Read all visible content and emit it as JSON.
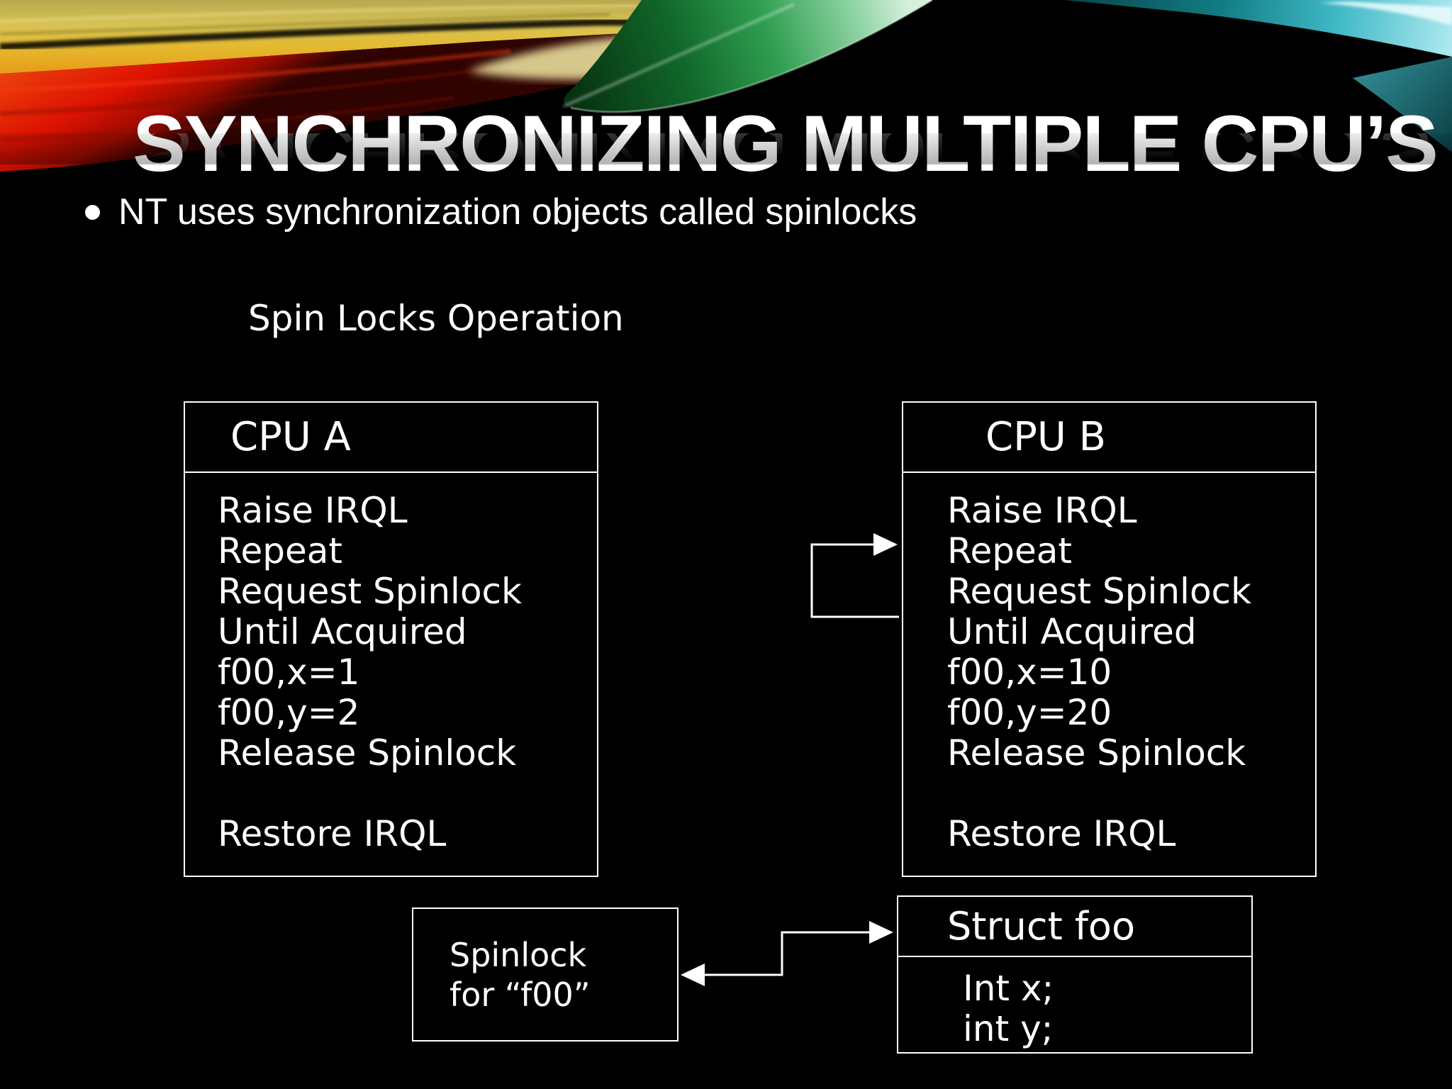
{
  "slide": {
    "title": "SYNCHRONIZING MULTIPLE CPU’S",
    "bullet": "NT uses synchronization objects called spinlocks",
    "diagram_caption": "Spin Locks Operation"
  },
  "cpu_a": {
    "title": "CPU A",
    "lines": [
      "Raise IRQL",
      "Repeat",
      "Request Spinlock",
      "Until Acquired",
      "f00,x=1",
      "f00,y=2",
      "Release Spinlock",
      "",
      "Restore IRQL"
    ]
  },
  "cpu_b": {
    "title": "CPU B",
    "lines": [
      "Raise IRQL",
      "Repeat",
      "Request Spinlock",
      "Until Acquired",
      "f00,x=10",
      "f00,y=20",
      "Release Spinlock",
      "",
      "Restore IRQL"
    ]
  },
  "spinlock_box": {
    "line1": "Spinlock",
    "line2": "for “f00”"
  },
  "struct_box": {
    "title": "Struct foo",
    "fields": [
      "Int x;",
      "int y;"
    ]
  },
  "colors": {
    "background": "#000000",
    "text": "#ffffff",
    "box_border": "#ffffff",
    "arrow": "#ffffff",
    "ribbon_red": "#dd1202",
    "ribbon_orange": "#e89a18",
    "ribbon_gold": "#d8c354",
    "ribbon_green": "#2f9e50",
    "ribbon_cyan": "#3fb9c6"
  }
}
